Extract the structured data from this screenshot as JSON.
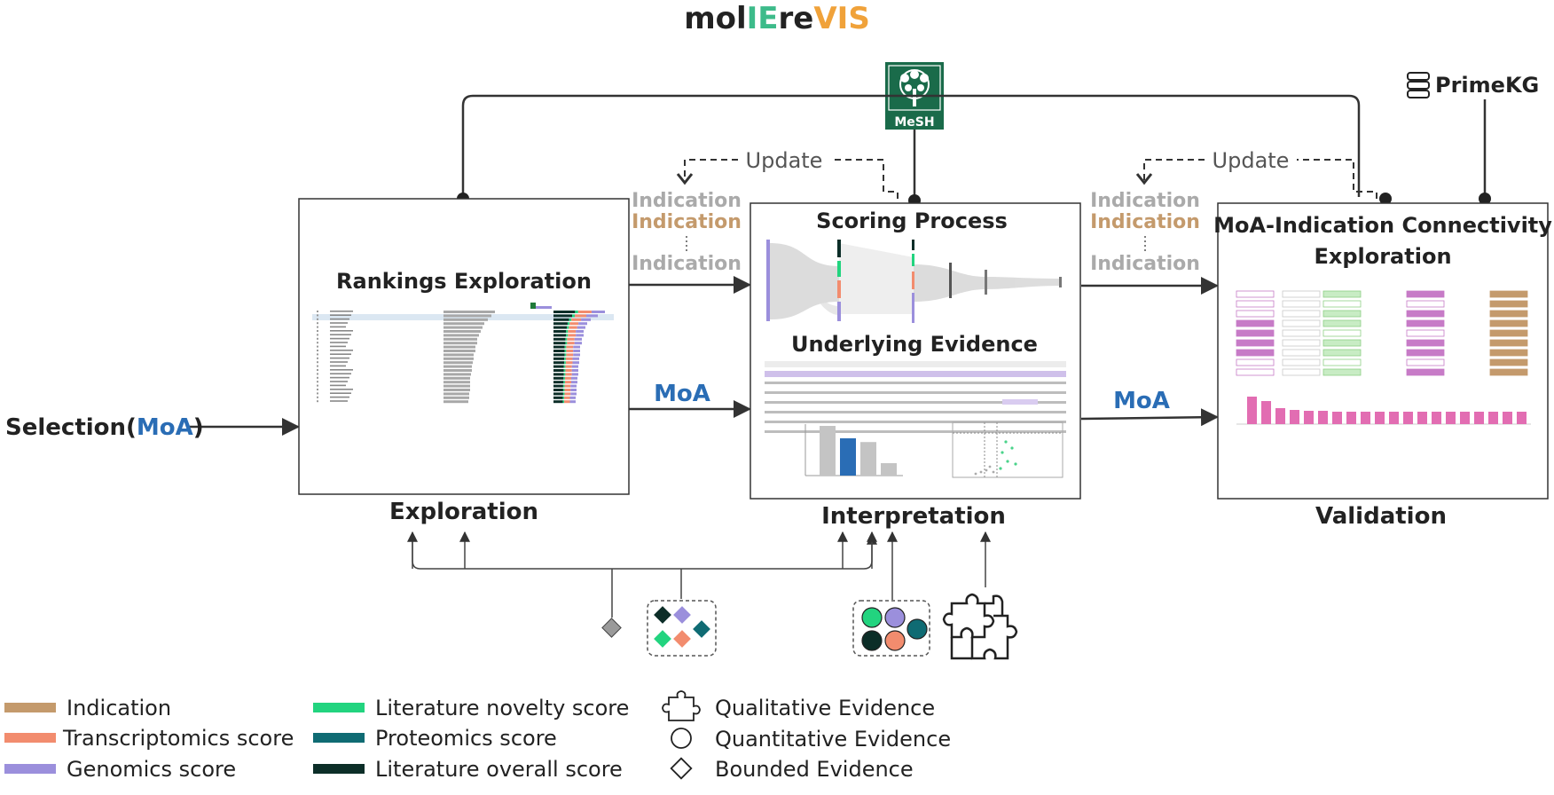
{
  "title": {
    "p1": "mol",
    "p2": "IE",
    "p3": "re",
    "p4": "VIS"
  },
  "colors": {
    "indication": "#c49a6c",
    "transcriptomics": "#f28c6e",
    "genomics": "#9b8fdc",
    "novelty": "#22d47f",
    "proteomics": "#0f6b73",
    "overall": "#0c2e28",
    "moa": "#2a6db5",
    "gray": "#a6a6a6",
    "titleTeal": "#3dbb8a",
    "titleOrange": "#f0a23a"
  },
  "selection": {
    "prefix": "Selection(",
    "moa": "MoA",
    "suffix": ")"
  },
  "panels": {
    "rankings": {
      "title": "Rankings Exploration"
    },
    "scoring": {
      "title": "Scoring Process",
      "subtitle": "Underlying Evidence"
    },
    "connectivity": {
      "title1": "MoA-Indication Connectivity",
      "title2": "Exploration"
    }
  },
  "stages": {
    "exploration": "Exploration",
    "interpretation": "Interpretation",
    "validation": "Validation"
  },
  "flows": {
    "update": "Update",
    "indication": "Indication",
    "moa": "MoA"
  },
  "sources": {
    "mesh": "MeSH",
    "primekg": "PrimeKG"
  },
  "legend_scores": [
    {
      "label": "Indication",
      "color": "#c49a6c"
    },
    {
      "label": "Transcriptomics score",
      "color": "#f28c6e"
    },
    {
      "label": "Genomics score",
      "color": "#9b8fdc"
    },
    {
      "label": "Literature novelty score",
      "color": "#22d47f"
    },
    {
      "label": "Proteomics score",
      "color": "#0f6b73"
    },
    {
      "label": "Literature overall score",
      "color": "#0c2e28"
    }
  ],
  "legend_evidence": [
    {
      "label": "Qualitative Evidence",
      "icon": "puzzle-icon"
    },
    {
      "label": "Quantitative Evidence",
      "icon": "circle-icon"
    },
    {
      "label": "Bounded Evidence",
      "icon": "diamond-icon"
    }
  ],
  "mini_bar": {
    "values": [
      40,
      30,
      27,
      10
    ]
  }
}
